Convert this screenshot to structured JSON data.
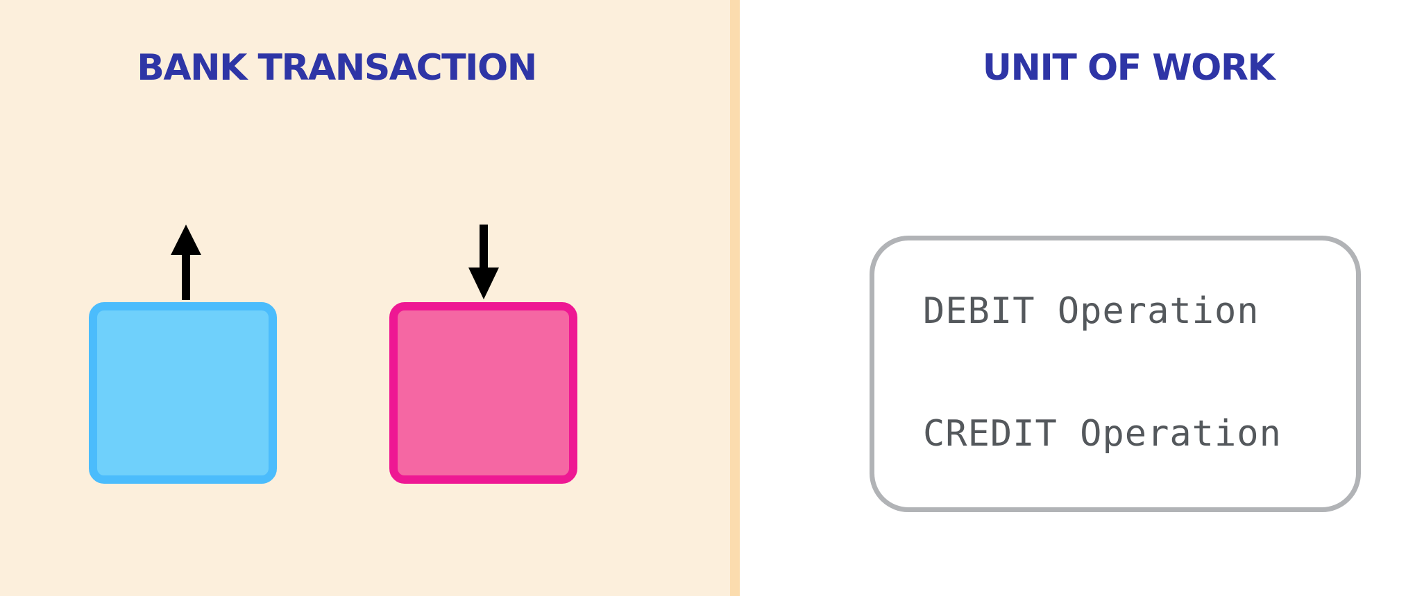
{
  "left_panel": {
    "title": "BANK TRANSACTION",
    "debit_block": {
      "fill": "#6fd0fb",
      "border": "#4bbcfc",
      "arrow": "arrow-up-icon"
    },
    "credit_block": {
      "fill": "#f567a3",
      "border": "#ee1893",
      "arrow": "arrow-down-icon"
    }
  },
  "right_panel": {
    "title": "UNIT OF WORK",
    "operations": [
      "DEBIT Operation",
      "CREDIT Operation"
    ]
  },
  "colors": {
    "title": "#2e35a6",
    "left_background": "#fcefdc",
    "divider": "#fbdcae",
    "box_border": "#b1b3b6",
    "operation_text": "#54585c"
  }
}
